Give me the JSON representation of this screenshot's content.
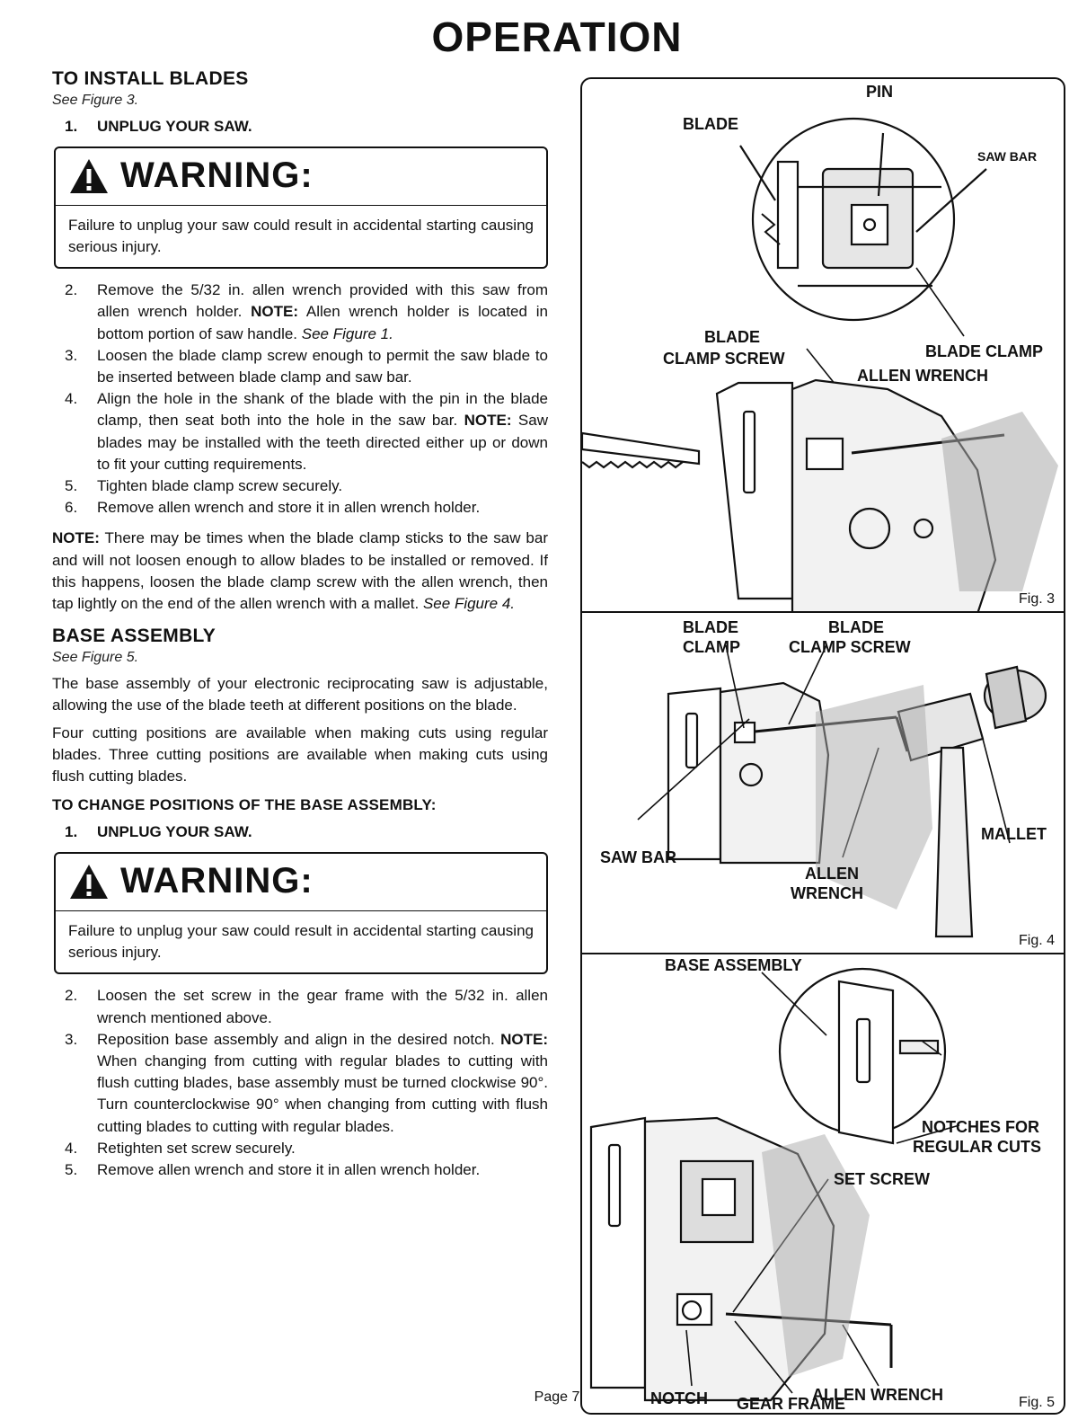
{
  "title": "OPERATION",
  "install": {
    "heading": "TO INSTALL BLADES",
    "see": "See Figure 3.",
    "step1_num": "1.",
    "step1": "UNPLUG YOUR SAW.",
    "warning_title": "WARNING:",
    "warning_text": "Failure to unplug your saw could result in accidental starting causing serious injury.",
    "steps": [
      {
        "num": "2.",
        "a": "Remove the 5/32 in. allen wrench provided with this saw from allen wrench holder. ",
        "note": "NOTE:",
        "b": " Allen wrench holder is located in bottom portion of saw handle. ",
        "ref": "See Figure 1."
      },
      {
        "num": "3.",
        "a": "Loosen the blade clamp screw enough to permit the saw blade to be inserted between blade clamp and saw bar."
      },
      {
        "num": "4.",
        "a": "Align the hole in the shank of the blade with the pin in the blade clamp, then seat both into the hole in the saw bar. ",
        "note": "NOTE:",
        "b": " Saw blades may be installed with the teeth directed either up or down to fit your cutting requirements."
      },
      {
        "num": "5.",
        "a": "Tighten blade clamp screw securely."
      },
      {
        "num": "6.",
        "a": "Remove allen wrench and store it in allen wrench holder."
      }
    ],
    "note_label": "NOTE:",
    "note_text": " There may be times when the blade clamp sticks to the saw bar and will not loosen enough to allow blades to be installed or removed. If this happens, loosen the blade clamp screw with the allen wrench, then tap lightly on the end of the allen wrench with a mallet. ",
    "note_ref": "See Figure 4."
  },
  "base": {
    "heading": "BASE ASSEMBLY",
    "see": "See Figure 5.",
    "p1": "The base assembly of your electronic reciprocating saw is adjustable, allowing the use of the blade teeth at different positions on the blade.",
    "p2": "Four cutting positions are available when making cuts using regular blades. Three cutting positions are available when making cuts using flush cutting blades.",
    "subheading": "TO CHANGE POSITIONS OF THE BASE ASSEMBLY:",
    "step1_num": "1.",
    "step1": "UNPLUG YOUR SAW.",
    "warning_title": "WARNING:",
    "warning_text": "Failure to unplug your saw could result in accidental starting causing serious injury.",
    "steps": [
      {
        "num": "2.",
        "a": "Loosen the set screw in the gear frame with the 5/32 in. allen wrench mentioned above."
      },
      {
        "num": "3.",
        "a": "Reposition base assembly and align in the desired notch. ",
        "note": "NOTE:",
        "b": " When changing from cutting with regular blades to cutting with flush cutting blades, base assembly must be turned clockwise 90°. Turn counterclockwise 90° when changing from cutting with flush cutting blades to cutting with regular blades."
      },
      {
        "num": "4.",
        "a": "Retighten set screw securely."
      },
      {
        "num": "5.",
        "a": "Remove allen wrench and store it in allen wrench holder."
      }
    ]
  },
  "fig3": {
    "pin": "PIN",
    "blade": "BLADE",
    "saw_bar": "SAW BAR",
    "blade_clamp_screw_1": "BLADE",
    "blade_clamp_screw_2": "CLAMP SCREW",
    "blade_clamp": "BLADE CLAMP",
    "allen_wrench": "ALLEN WRENCH",
    "tag": "Fig. 3"
  },
  "fig4": {
    "blade_clamp_1": "BLADE",
    "blade_clamp_2": "CLAMP",
    "blade_clamp_screw_1": "BLADE",
    "blade_clamp_screw_2": "CLAMP SCREW",
    "saw_bar": "SAW BAR",
    "mallet": "MALLET",
    "allen_wrench_1": "ALLEN",
    "allen_wrench_2": "WRENCH",
    "tag": "Fig. 4"
  },
  "fig5": {
    "base_assembly": "BASE ASSEMBLY",
    "notches_1": "NOTCHES FOR",
    "notches_2": "REGULAR CUTS",
    "set_screw": "SET SCREW",
    "allen_wrench": "ALLEN WRENCH",
    "notch": "NOTCH",
    "gear_frame": "GEAR FRAME",
    "tag": "Fig. 5"
  },
  "page": "Page 7"
}
